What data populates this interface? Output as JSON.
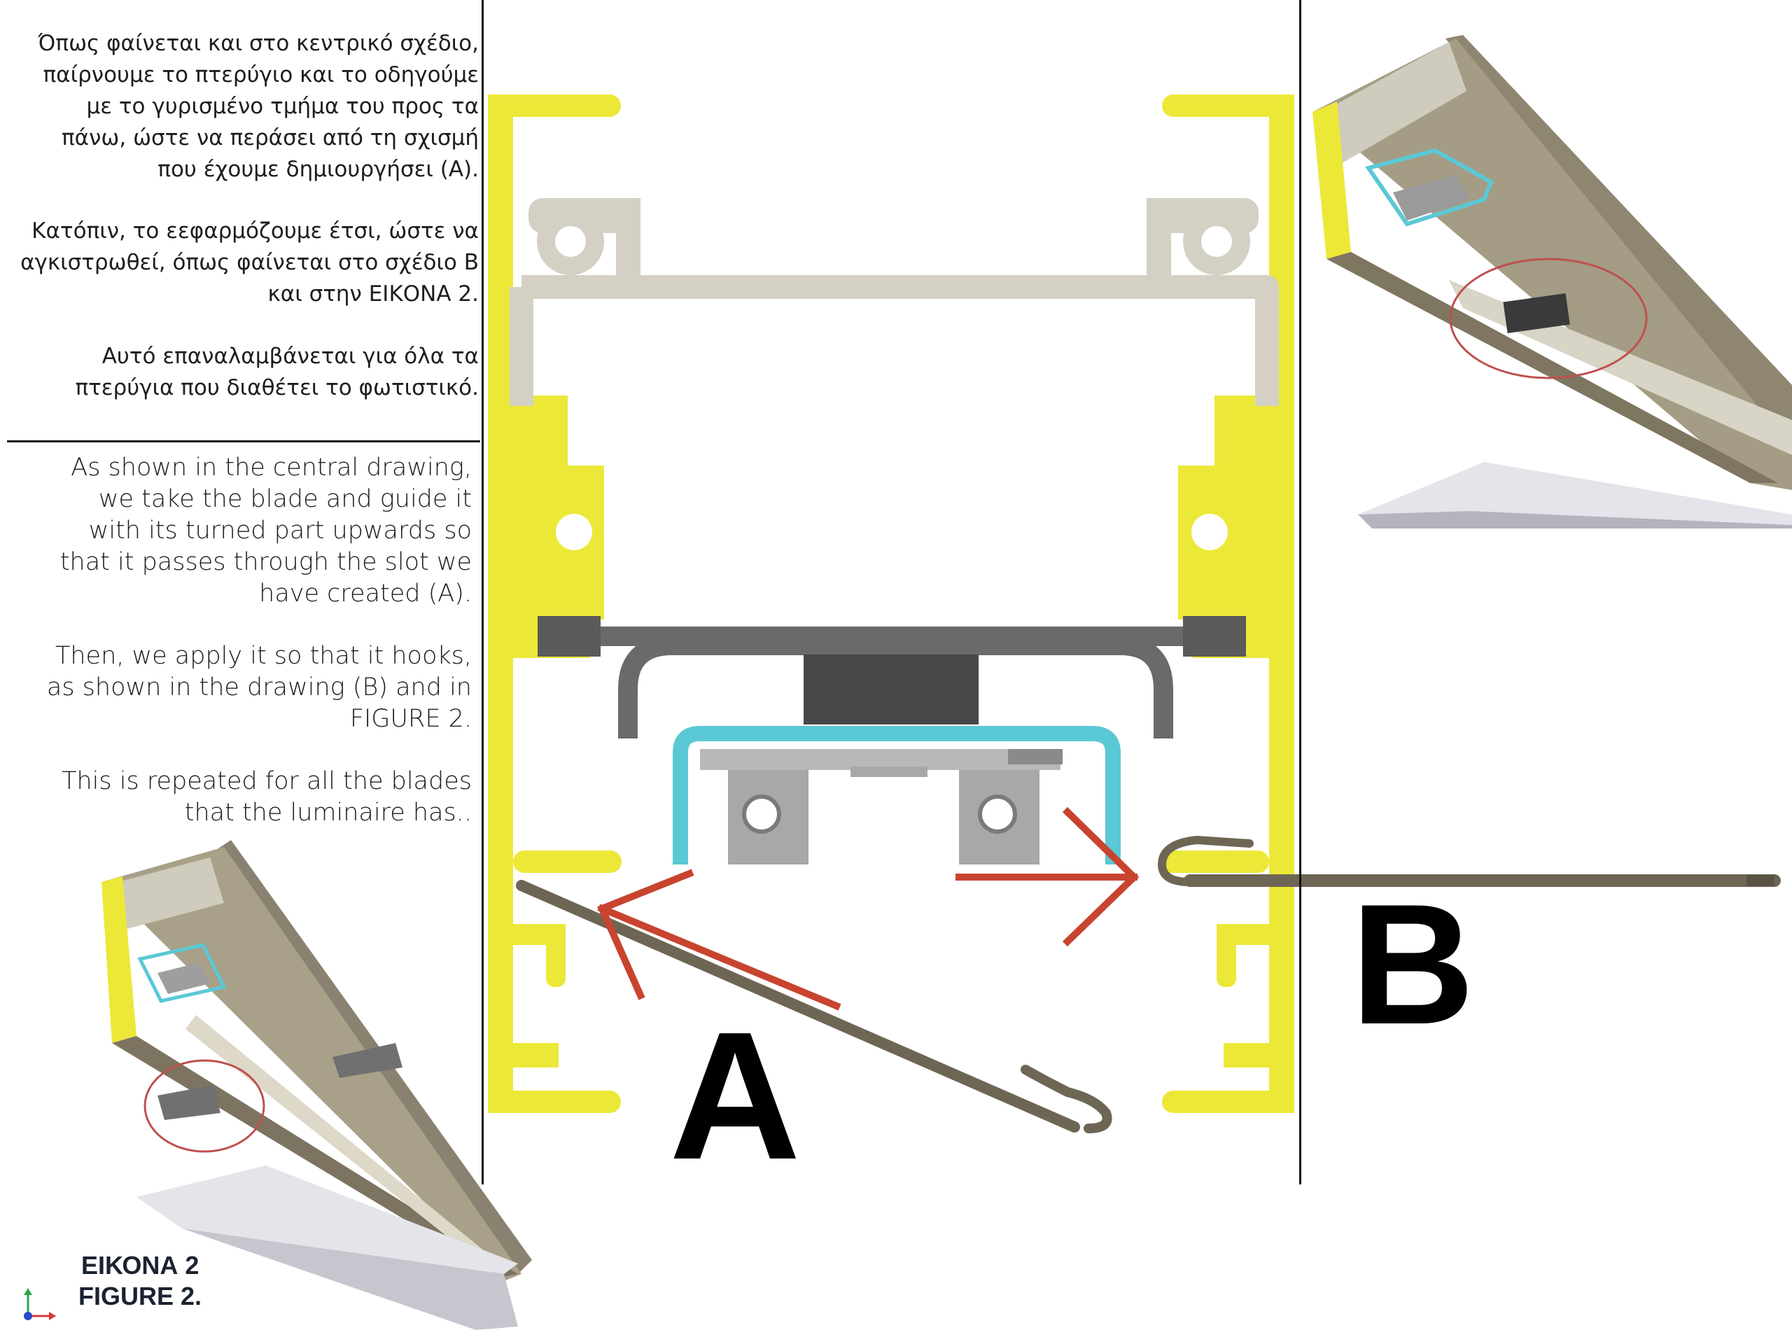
{
  "greek_text": {
    "p1": "Όπως φαίνεται και στο κεντρικό σχέδιο,\nπαίρνουμε το πτερύγιο και το οδηγούμε\nμε το γυρισμένο τμήμα του προς τα\nπάνω, ώστε να περάσει από τη σχισμή\nπου έχουμε δημιουργήσει (Α).",
    "p2": "Κατόπιν, το εεφαρμόζουμε έτσι, ώστε να\nαγκιστρωθεί, όπως φαίνεται στο σχέδιο Β\nκαι στην ΕΙΚΟΝΑ 2.",
    "p3": "Αυτό επαναλαμβάνεται για όλα τα\nπτερύγια που διαθέτει το φωτιστικό."
  },
  "english_text": {
    "p1": "As shown in the central drawing,\nwe take the blade and guide it\nwith its turned part upwards so\nthat it passes through the slot we\nhave created (A).",
    "p2": "Then, we apply it so that it hooks,\nas shown in the drawing (B) and in\nFIGURE 2.",
    "p3": "This is repeated for all the blades\nthat the luminaire has.."
  },
  "figure_caption": {
    "line1": "ΕΙΚΟΝΑ 2",
    "line2": "FIGURE 2."
  },
  "drawing_labels": {
    "a": "A",
    "b": "B"
  },
  "colors": {
    "profile_yellow": "#ece838",
    "cover_beige": "#d4d0c4",
    "tray_gray": "#606060",
    "led_cyan": "#5bc8d6",
    "blade_brown": "#6e6654",
    "arrow_red": "#c8442f"
  }
}
